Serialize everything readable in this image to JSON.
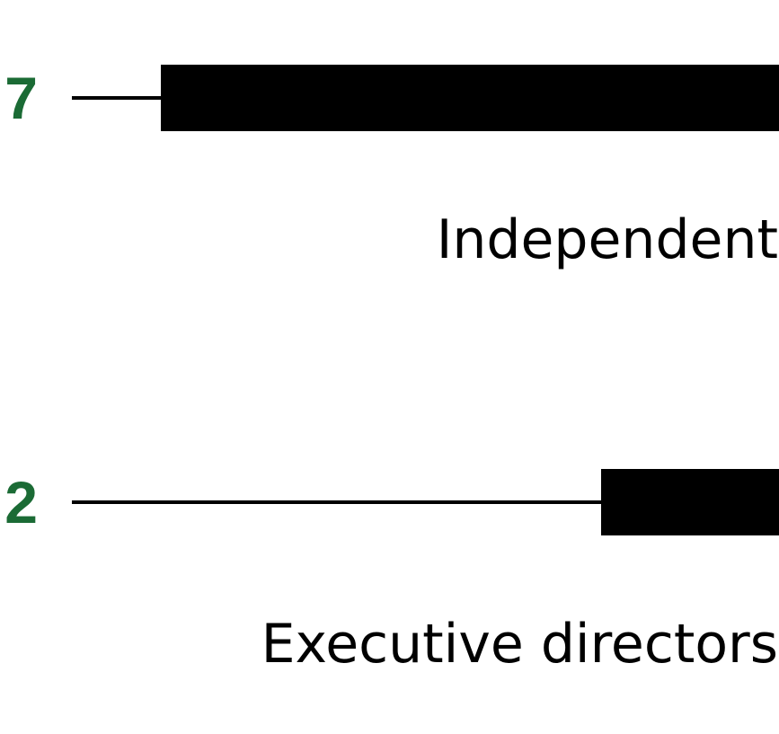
{
  "chart_data": {
    "type": "bar",
    "orientation": "horizontal",
    "categories": [
      "Independent",
      "Executive directors"
    ],
    "values": [
      7,
      2
    ],
    "value_labels": [
      "7",
      "2"
    ],
    "title": "",
    "xlabel": "",
    "ylabel": "",
    "grid": false,
    "legend": "none"
  },
  "colors": {
    "value_label": "#1b6b35",
    "bar": "#000000",
    "leader_line": "#000000",
    "category_label": "#000000",
    "background": "#ffffff"
  }
}
